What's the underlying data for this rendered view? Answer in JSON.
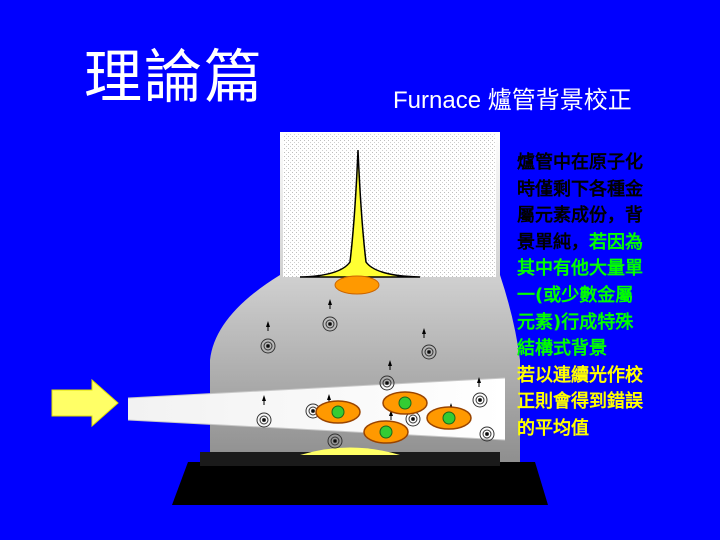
{
  "slide": {
    "title": "理論篇",
    "subtitle": "Furnace 爐管背景校正",
    "colors": {
      "background": "#0000ff",
      "highlight_text": "#00ff00",
      "emphasis_text": "#ffff00"
    }
  },
  "paragraph": [
    [
      {
        "text": "爐管中在原子化",
        "color": "black"
      }
    ],
    [
      {
        "text": "時僅剩下各種金",
        "color": "black"
      }
    ],
    [
      {
        "text": "屬元素成份，背",
        "color": "black"
      }
    ],
    [
      {
        "text": "景單純，",
        "color": "black"
      },
      {
        "text": "若因為",
        "color": "green"
      }
    ],
    [
      {
        "text": "其中有他大量單",
        "color": "green"
      }
    ],
    [
      {
        "text": "一(或少數金屬",
        "color": "green"
      }
    ],
    [
      {
        "text": "元素)行成特殊",
        "color": "green"
      }
    ],
    [
      {
        "text": "結構式背景",
        "color": "green"
      }
    ],
    [
      {
        "text": "若以連續光作校",
        "color": "yellow"
      }
    ],
    [
      {
        "text": "正則會得到錯誤",
        "color": "yellow"
      }
    ],
    [
      {
        "text": "的平均值",
        "color": "yellow"
      }
    ]
  ],
  "figure": {
    "icons": [
      "light-beam-arrow-icon",
      "absorption-spectrum-peak-icon",
      "atom-icon",
      "molecule-icon"
    ]
  }
}
